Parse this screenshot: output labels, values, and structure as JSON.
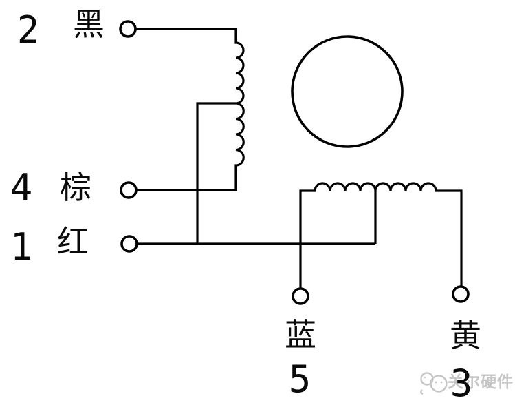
{
  "colors": {
    "line": "#000000",
    "background": "#ffffff",
    "watermark": "#c6c6c6"
  },
  "terminals": [
    {
      "number": "2",
      "color_name": "黑"
    },
    {
      "number": "4",
      "color_name": "棕"
    },
    {
      "number": "1",
      "color_name": "红"
    },
    {
      "number": "5",
      "color_name": "蓝"
    },
    {
      "number": "3",
      "color_name": "黄"
    }
  ],
  "watermark": {
    "brand_text": "关尔硬件"
  }
}
